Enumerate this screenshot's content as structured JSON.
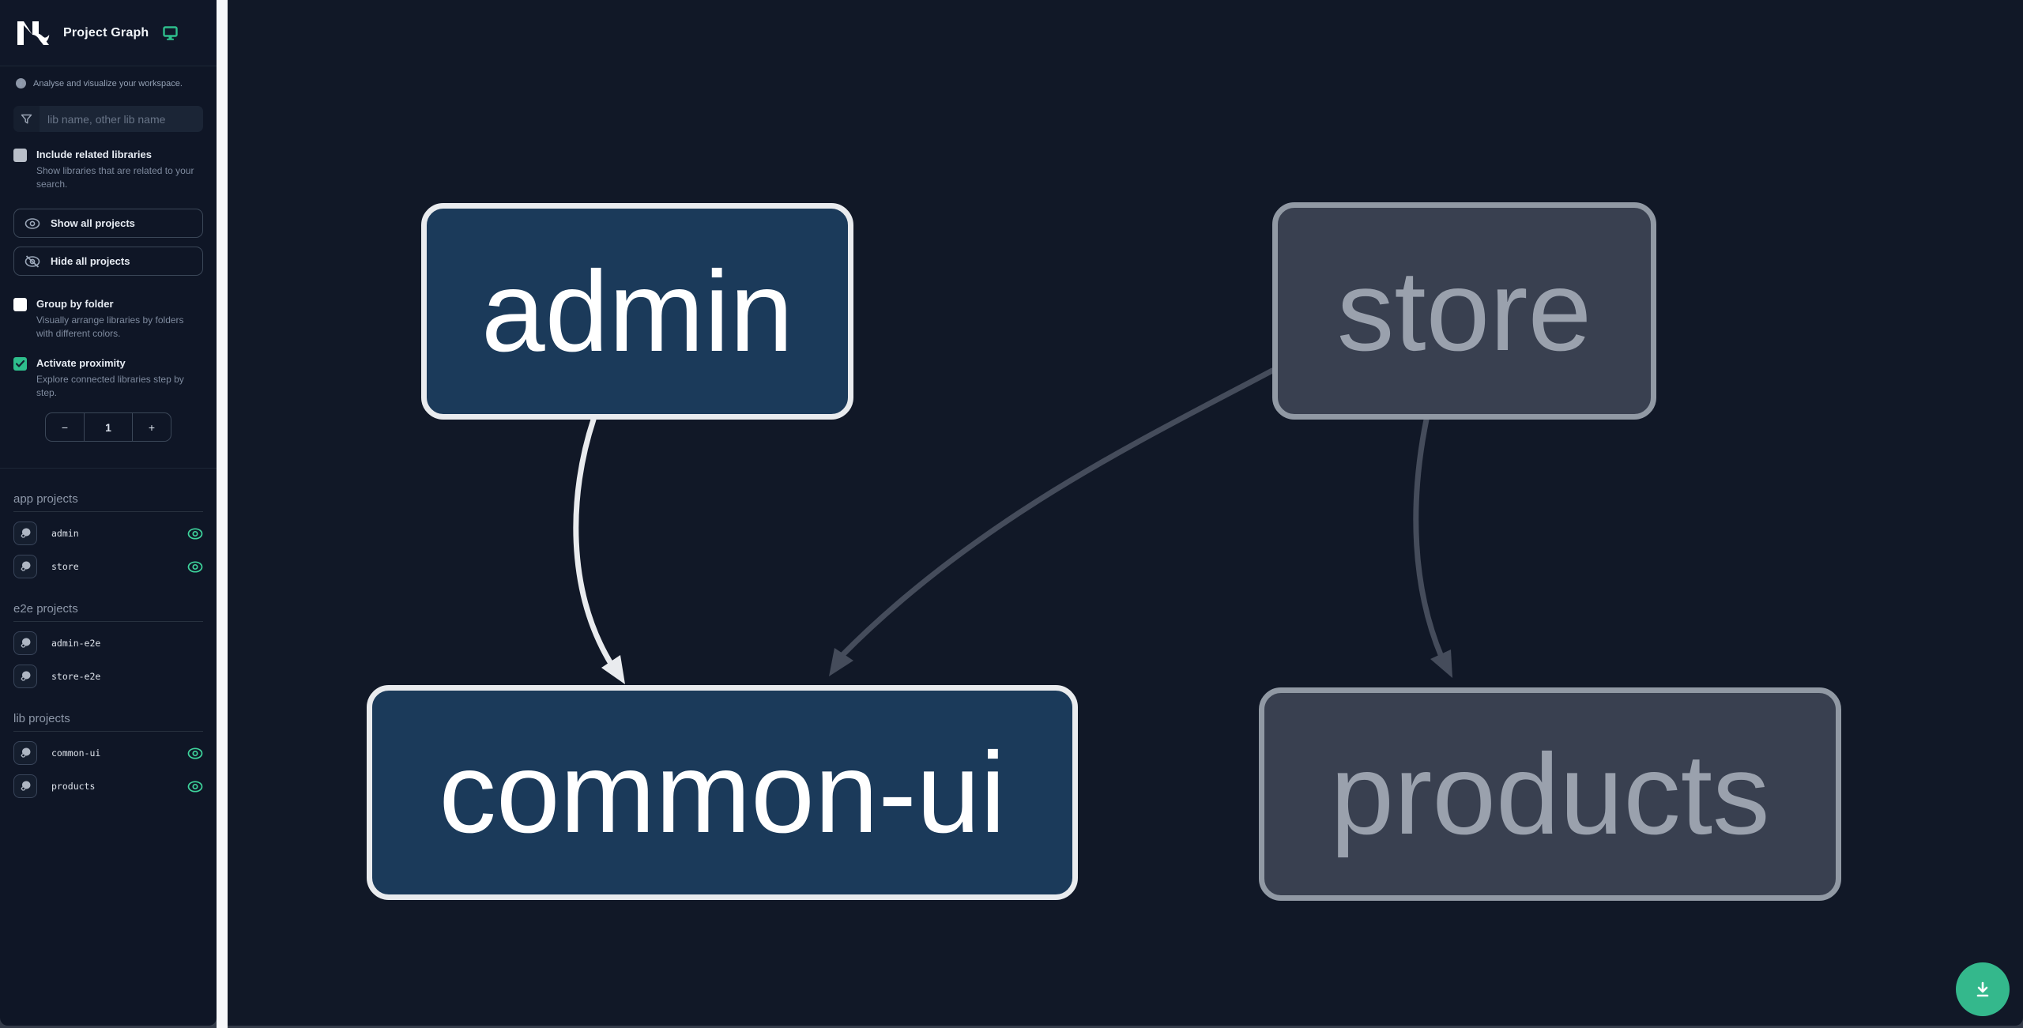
{
  "header": {
    "title": "Project Graph",
    "logo_name": "Nx"
  },
  "sidebar": {
    "tagline": "Analyse and visualize your workspace.",
    "filter": {
      "placeholder": "lib name, other lib name"
    },
    "include_related": {
      "label": "Include related libraries",
      "description": "Show libraries that are related to your search.",
      "checked": false
    },
    "buttons": {
      "show_all": "Show all projects",
      "hide_all": "Hide all projects"
    },
    "group_by_folder": {
      "label": "Group by folder",
      "description": "Visually arrange libraries by folders with different colors.",
      "checked": false
    },
    "activate_proximity": {
      "label": "Activate proximity",
      "description": "Explore connected libraries step by step.",
      "checked": true
    },
    "stepper": {
      "minus": "−",
      "value": "1",
      "plus": "+"
    },
    "sections": [
      {
        "title": "app projects",
        "items": [
          {
            "name": "admin",
            "visible": true
          },
          {
            "name": "store",
            "visible": true
          }
        ]
      },
      {
        "title": "e2e projects",
        "items": [
          {
            "name": "admin-e2e",
            "visible": false
          },
          {
            "name": "store-e2e",
            "visible": false
          }
        ]
      },
      {
        "title": "lib projects",
        "items": [
          {
            "name": "common-ui",
            "visible": true
          },
          {
            "name": "products",
            "visible": true
          }
        ]
      }
    ]
  },
  "graph": {
    "nodes": [
      {
        "id": "admin",
        "label": "admin",
        "state": "focused"
      },
      {
        "id": "store",
        "label": "store",
        "state": "unfocused"
      },
      {
        "id": "common-ui",
        "label": "common-ui",
        "state": "focused"
      },
      {
        "id": "products",
        "label": "products",
        "state": "unfocused"
      }
    ],
    "edges": [
      {
        "from": "admin",
        "to": "common-ui",
        "style": "focused"
      },
      {
        "from": "store",
        "to": "common-ui",
        "style": "unfocused"
      },
      {
        "from": "store",
        "to": "products",
        "style": "unfocused"
      }
    ],
    "edge_colors": {
      "focused": "#e9ebee",
      "unfocused": "#454c5b"
    }
  },
  "colors": {
    "accent_teal": "#2ebe8c",
    "eye_teal": "#3ed49c",
    "node_focused_fill": "#1b3a5a",
    "node_focused_border": "#e9ebee",
    "node_unfocused_fill": "#394050",
    "node_unfocused_border": "#9199a4",
    "sidebar_bg": "#0f1626",
    "canvas_bg": "#111827"
  },
  "fab": {
    "action": "download"
  }
}
